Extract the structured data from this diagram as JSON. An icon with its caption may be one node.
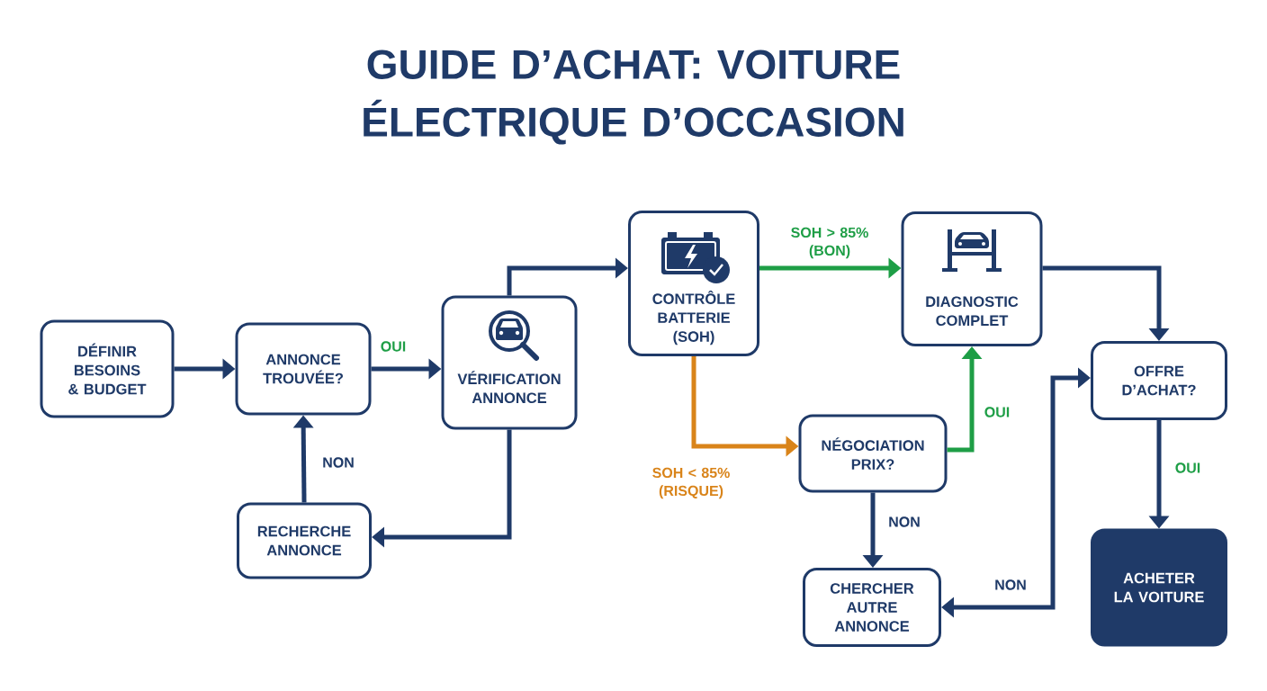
{
  "diagram": {
    "title": "GUIDE D’ACHAT: VOITURE ÉLECTRIQUE D’OCCASION",
    "nodes": [
      {
        "text": [
          "DÉFINIR BESOINS & BUDGET"
        ]
      },
      {
        "text": [
          "ANNONCE TROUVÉE?"
        ]
      },
      {
        "text": [
          "VÉRIFICATION ANNONCE"
        ]
      },
      {
        "text": [
          "RECHERCHE ANNONCE"
        ]
      },
      {
        "text": [
          "CONTRÔLE BATTERIE (SOH)"
        ]
      },
      {
        "text": [
          "DIAGNOSTIC COMPLET"
        ]
      },
      {
        "text": [
          "NÉGOCIATION PRIX?"
        ]
      },
      {
        "text": [
          "CHERCHER AUTRE ANNONCE"
        ]
      },
      {
        "text": [
          "OFFRE D’ACHAT?"
        ]
      },
      {
        "text": [
          "ACHETER LA VOITURE"
        ]
      }
    ],
    "edges": [
      {
        "from": 0,
        "to": 1,
        "arrow": "to"
      },
      {
        "from": 1,
        "to": 2,
        "arrow": "to",
        "label": "OUI"
      },
      {
        "from": 3,
        "to": 1,
        "arrow": "to",
        "label": "NON"
      },
      {
        "from": 2,
        "to": 3,
        "arrow": "to"
      },
      {
        "from": 2,
        "to": 4,
        "arrow": "to"
      },
      {
        "from": 4,
        "to": 5,
        "arrow": "to",
        "label": "SOH > 85% (BON)",
        "color": "#1e9e46"
      },
      {
        "from": 4,
        "to": 6,
        "arrow": "to",
        "label": "SOH < 85% (RISQUE)",
        "color": "#d9841a"
      },
      {
        "from": 6,
        "to": 5,
        "arrow": "to",
        "label": "OUI",
        "color": "#1e9e46"
      },
      {
        "from": 6,
        "to": 7,
        "arrow": "to",
        "label": "NON"
      },
      {
        "from": 5,
        "to": 8,
        "arrow": "to"
      },
      {
        "from": 8,
        "to": 7,
        "arrow": "both",
        "label": "NON"
      },
      {
        "from": 8,
        "to": 9,
        "arrow": "to",
        "label": "OUI"
      }
    ]
  }
}
